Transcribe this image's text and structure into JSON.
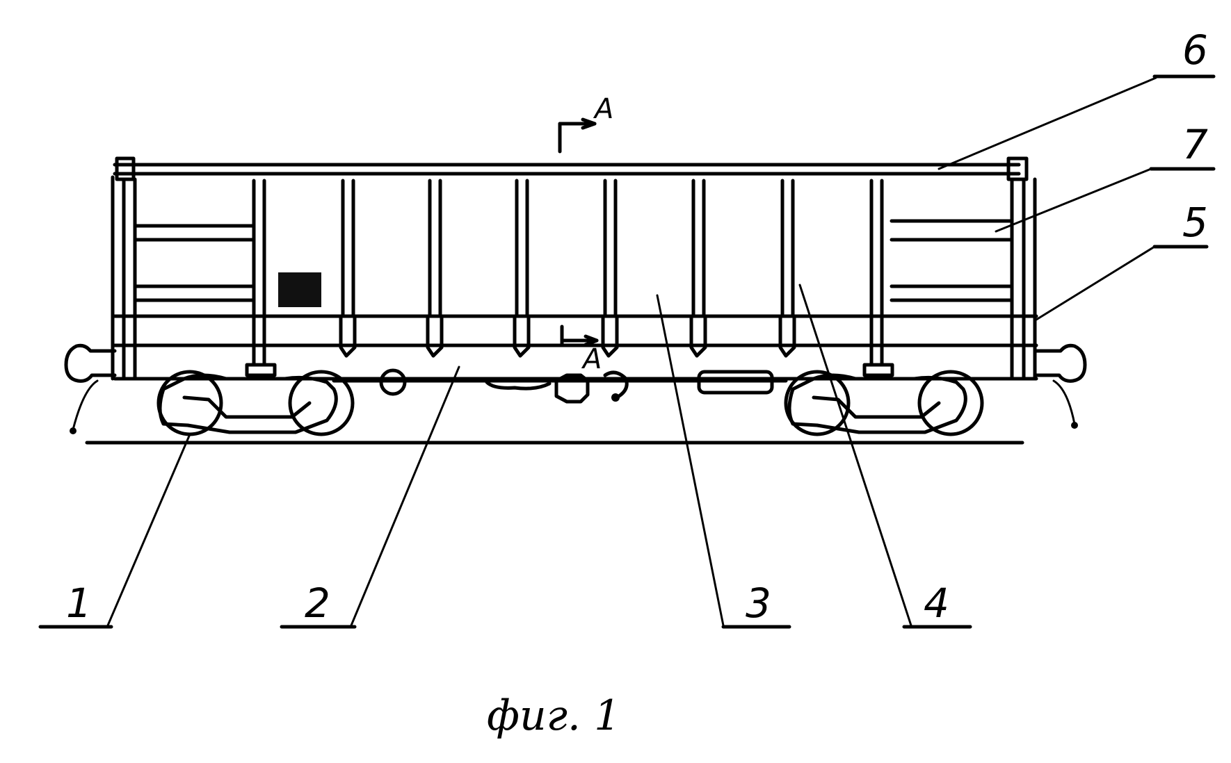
{
  "figure": {
    "caption": "фиг. 1",
    "section_mark": "А"
  },
  "callouts": [
    {
      "id": "1",
      "text": "1"
    },
    {
      "id": "2",
      "text": "2"
    },
    {
      "id": "3",
      "text": "3"
    },
    {
      "id": "4",
      "text": "4"
    },
    {
      "id": "5",
      "text": "5"
    },
    {
      "id": "6",
      "text": "6"
    },
    {
      "id": "7",
      "text": "7"
    }
  ]
}
